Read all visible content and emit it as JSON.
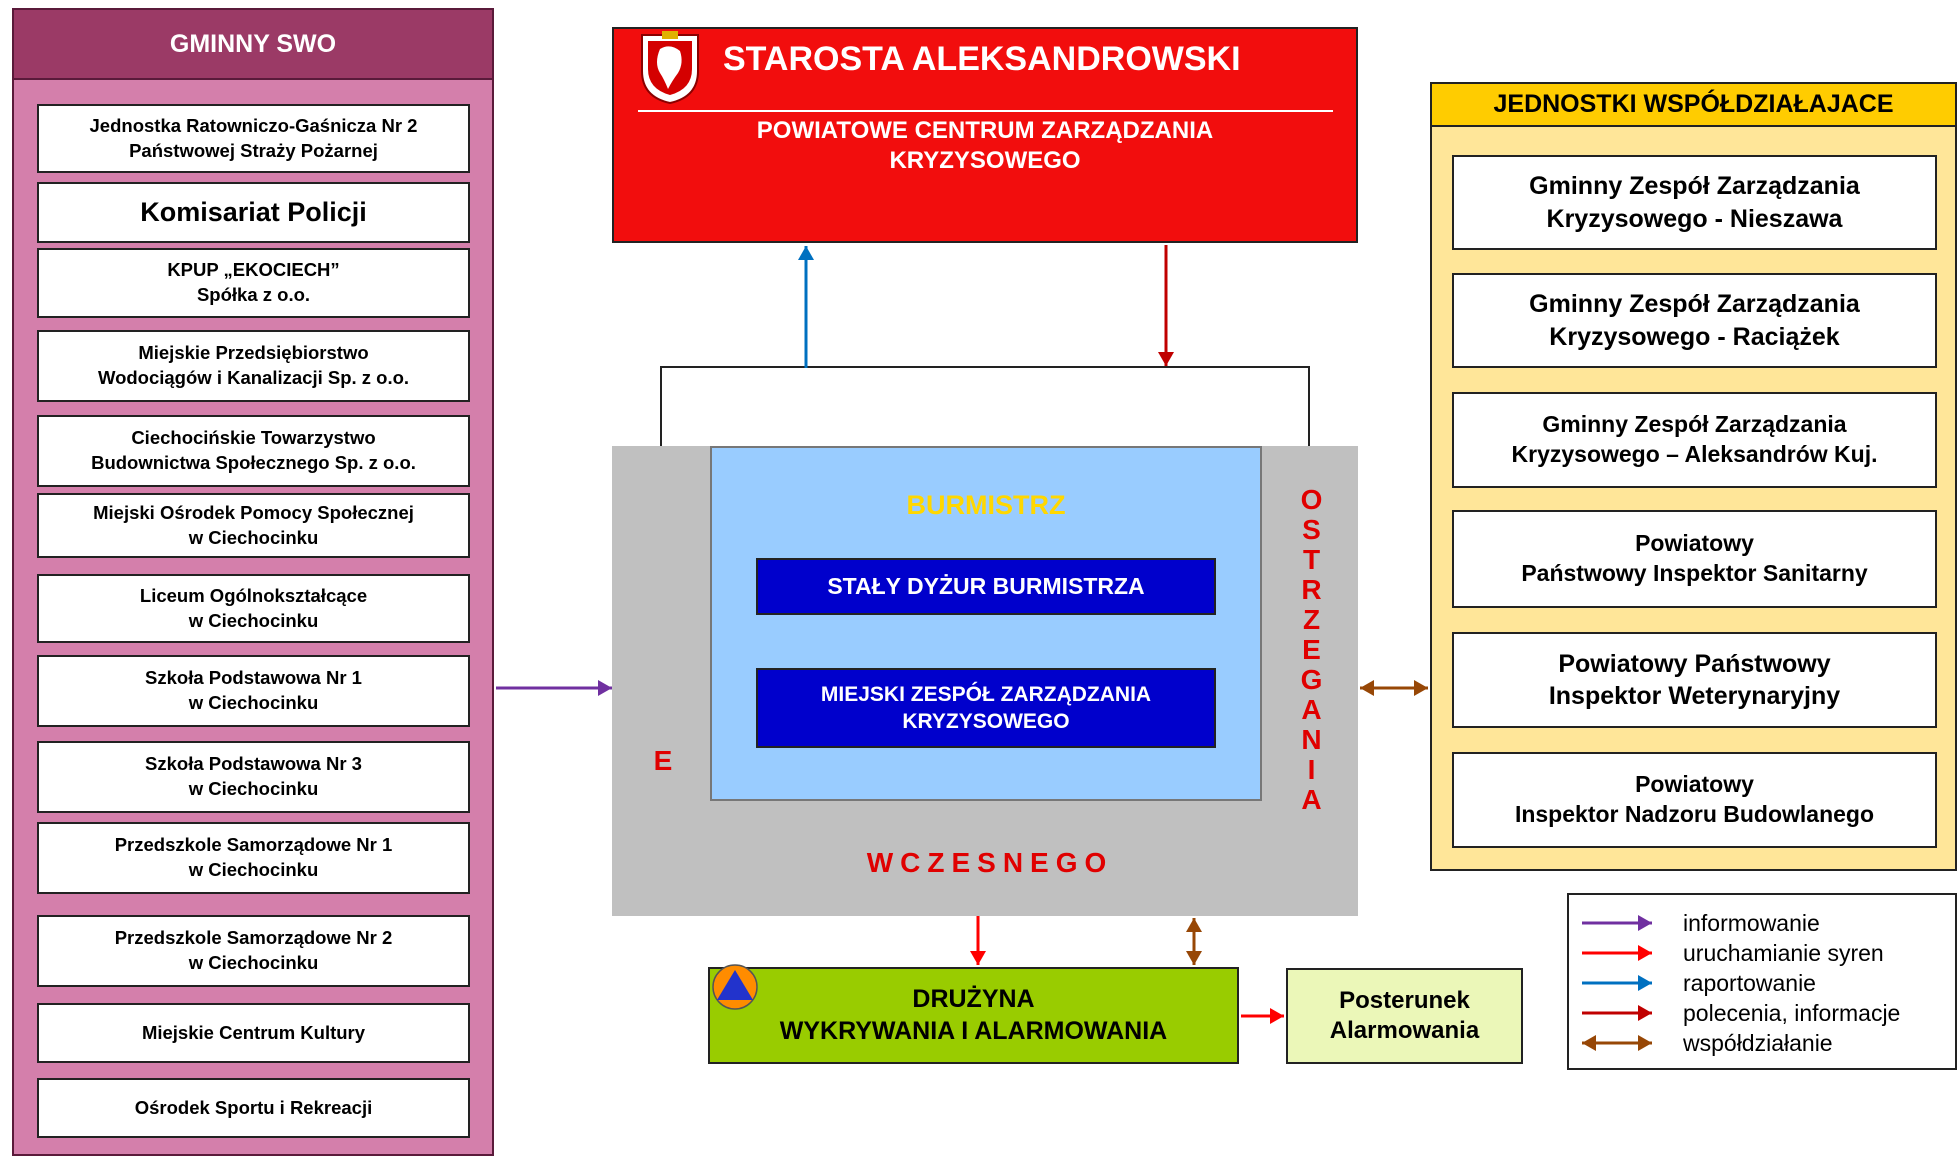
{
  "left": {
    "title": "GMINNY SWO",
    "items": [
      "Jednostka Ratowniczo-Gaśnicza Nr 2\nPaństwowej Straży Pożarnej",
      "Komisariat Policji",
      "KPUP „EKOCIECH”\nSpółka z o.o.",
      "Miejskie Przedsiębiorstwo\nWodociągów i Kanalizacji Sp. z o.o.",
      "Ciechocińskie Towarzystwo\nBudownictwa Społecznego Sp. z o.o.",
      "Miejski Ośrodek Pomocy Społecznej\nw Ciechocinku",
      "Liceum Ogólnokształcące\nw Ciechocinku",
      "Szkoła Podstawowa Nr 1\nw Ciechocinku",
      "Szkoła Podstawowa Nr 3\nw Ciechocinku",
      "Przedszkole Samorządowe Nr 1\nw Ciechocinku",
      "Przedszkole Samorządowe Nr 2\nw Ciechocinku",
      "Miejskie Centrum Kultury",
      "Ośrodek Sportu i Rekreacji"
    ]
  },
  "starosta": {
    "title": "STAROSTA ALEKSANDROWSKI",
    "subtitle": "POWIATOWE CENTRUM ZARZĄDZANIA\n KRYZYSOWEGO"
  },
  "center": {
    "burmistrz": "BURMISTRZ",
    "duty": "STAŁY DYŻUR BURMISTRZA",
    "team": "MIEJSKI ZESPÓŁ ZARZĄDZANIA\nKRYZYSOWEGO",
    "letter_e": "E",
    "wczesnego": "WCZESNEGO",
    "ostrzegania": "OSTRZEGANIA"
  },
  "right": {
    "title": "JEDNOSTKI WSPÓŁDZIAŁAJACE",
    "items": [
      "Gminny Zespół Zarządzania\nKryzysowego - Nieszawa",
      "Gminny Zespół Zarządzania\nKryzysowego - Raciążek",
      "Gminny Zespół Zarządzania\nKryzysowego – Aleksandrów Kuj.",
      "Powiatowy\nPaństwowy Inspektor Sanitarny",
      "Powiatowy Państwowy\nInspektor Weterynaryjny",
      "Powiatowy\nInspektor Nadzoru Budowlanego"
    ]
  },
  "bottom": {
    "druzyna": "DRUŻYNA\nWYKRYWANIA I ALARMOWANIA",
    "posterunek": "Posterunek\nAlarmowania"
  },
  "legend": [
    {
      "label": "informowanie",
      "color": "#7030a0",
      "type": "single"
    },
    {
      "label": "uruchamianie syren",
      "color": "#ff0000",
      "type": "single"
    },
    {
      "label": "raportowanie",
      "color": "#0070c0",
      "type": "single"
    },
    {
      "label": "polecenia, informacje",
      "color": "#c00000",
      "type": "single"
    },
    {
      "label": "współdziałanie",
      "color": "#974706",
      "type": "double"
    }
  ],
  "colors": {
    "informowanie": "#7030a0",
    "syreny": "#ff0000",
    "raportowanie": "#0070c0",
    "polecenia": "#c00000",
    "wspoldzialanie": "#974706"
  },
  "icons": {
    "crest": "coat-of-arms-icon",
    "civil_defence": "civil-defence-icon"
  }
}
